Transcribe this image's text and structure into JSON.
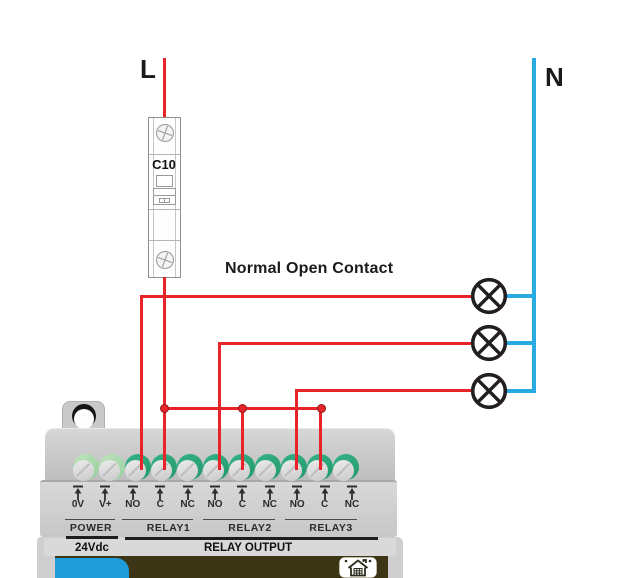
{
  "labels": {
    "live": "L",
    "neutral": "N",
    "breaker_rating": "C10",
    "contact_note": "Normal Open Contact"
  },
  "device": {
    "terminal_labels": [
      "0V",
      "V+",
      "NO",
      "C",
      "NC",
      "NO",
      "C",
      "NC",
      "NO",
      "C",
      "NC"
    ],
    "group_labels": [
      "POWER",
      "RELAY1",
      "RELAY2",
      "RELAY3"
    ],
    "power_label": "24Vdc",
    "output_label": "RELAY OUTPUT"
  },
  "lamps": {
    "count": 3
  },
  "icons": {
    "breaker_screw": "phillips-screw-icon",
    "terminal_symbol": "terminal-arrow-icon",
    "lamp_symbol": "lamp-cross-circle-icon",
    "brand": "smart-home-icon"
  },
  "colors": {
    "live_wire": "#e8232a",
    "neutral_wire": "#29aae1",
    "symbol_black": "#231f20",
    "terminal_green": "#2aa578",
    "terminal_green_pale": "#aed9ae",
    "device_gray": "#c9c9c9",
    "bottom_panel": "#3c3616",
    "brand_blue": "#1f9cd9"
  }
}
